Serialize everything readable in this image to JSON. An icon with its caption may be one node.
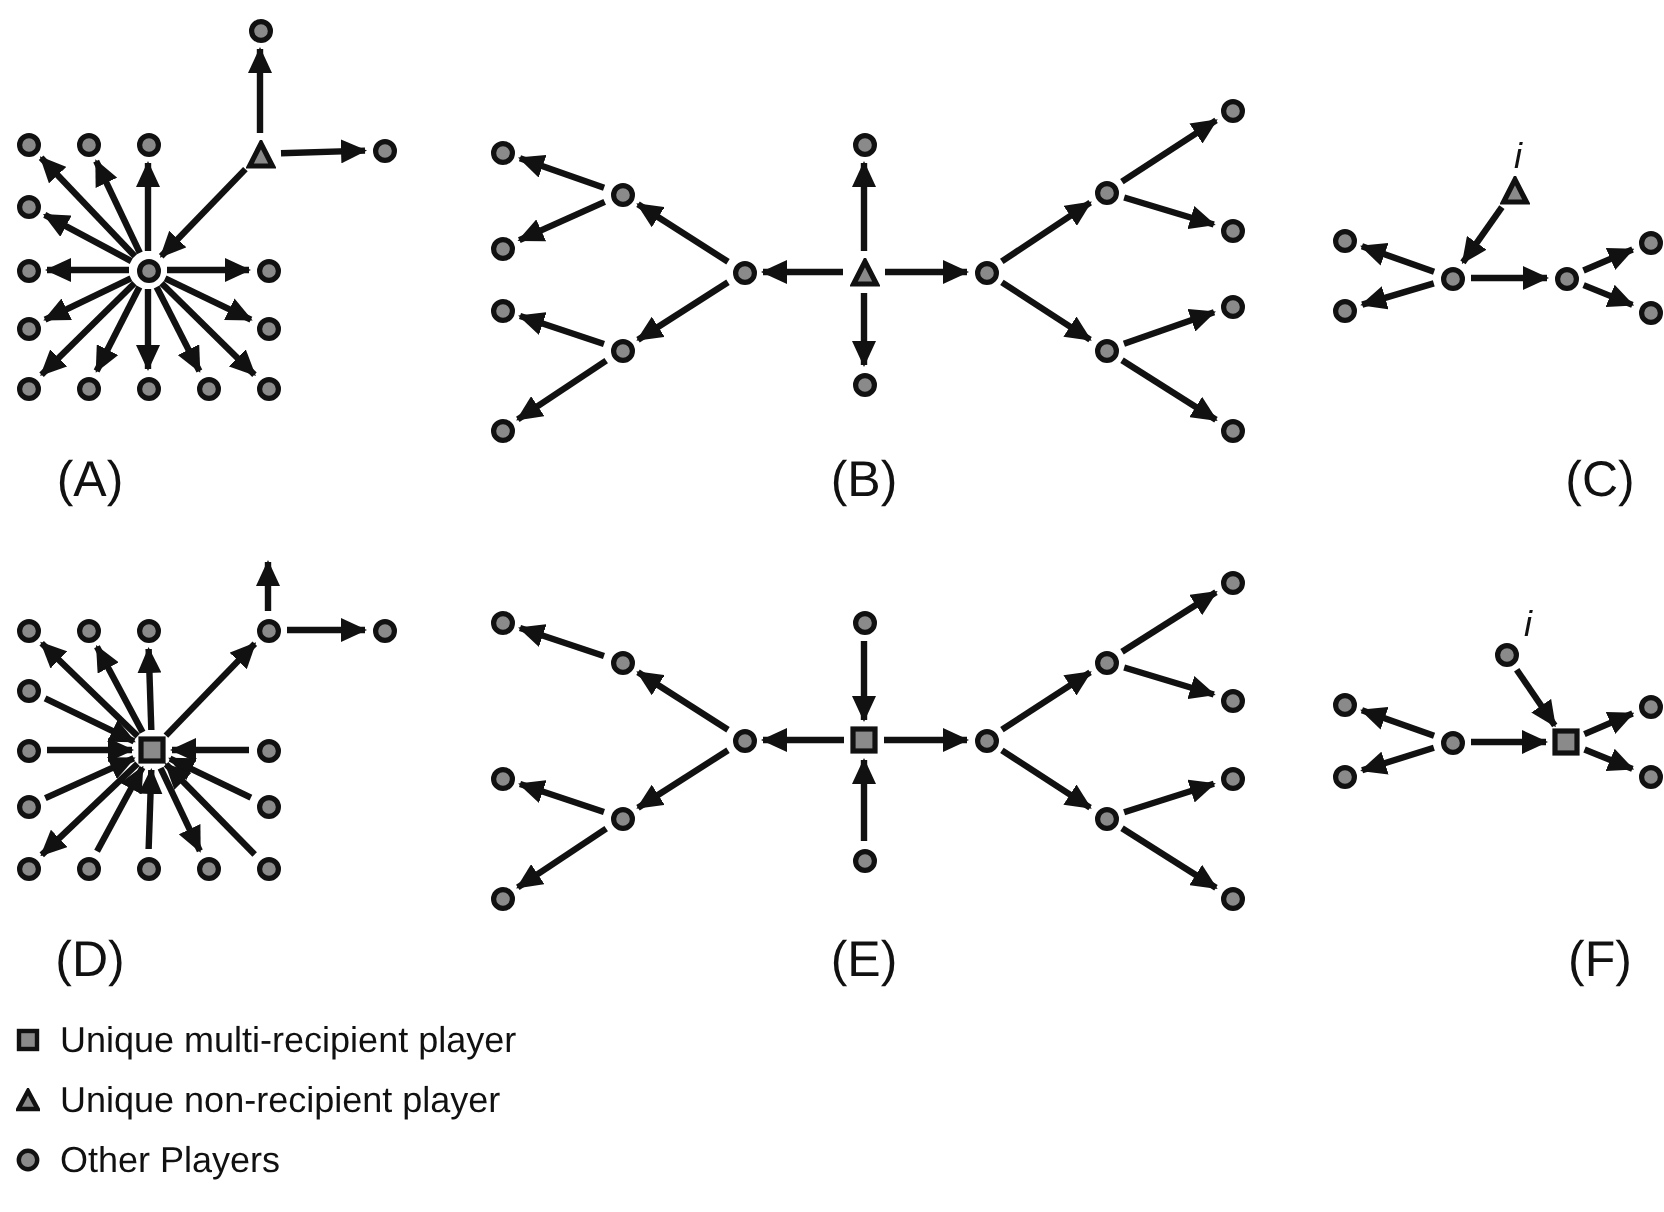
{
  "diagram": {
    "nodes": [
      {
        "text": [],
        "shape": "circle"
      },
      {
        "text": [],
        "shape": "circle"
      },
      {
        "text": [],
        "shape": "circle"
      },
      {
        "text": [],
        "shape": "circle"
      },
      {
        "text": [],
        "shape": "circle"
      },
      {
        "text": [],
        "shape": "circle"
      },
      {
        "text": [],
        "shape": "circle"
      },
      {
        "text": [],
        "shape": "circle"
      },
      {
        "text": [],
        "shape": "circle"
      },
      {
        "text": [],
        "shape": "circle"
      },
      {
        "text": [],
        "shape": "circle"
      },
      {
        "text": [],
        "shape": "circle"
      },
      {
        "text": [],
        "shape": "circle"
      },
      {
        "text": [],
        "shape": "circle"
      },
      {
        "text": [],
        "shape": "triangle"
      },
      {
        "text": [],
        "shape": "circle"
      },
      {
        "text": [],
        "shape": "circle"
      },
      {
        "text": [],
        "shape": "triangle"
      },
      {
        "text": [],
        "shape": "circle"
      },
      {
        "text": [],
        "shape": "circle"
      },
      {
        "text": [],
        "shape": "circle"
      },
      {
        "text": [],
        "shape": "circle"
      },
      {
        "text": [],
        "shape": "circle"
      },
      {
        "text": [],
        "shape": "circle"
      },
      {
        "text": [],
        "shape": "circle"
      },
      {
        "text": [],
        "shape": "circle"
      },
      {
        "text": [],
        "shape": "circle"
      },
      {
        "text": [],
        "shape": "circle"
      },
      {
        "text": [],
        "shape": "circle"
      },
      {
        "text": [],
        "shape": "circle"
      },
      {
        "text": [],
        "shape": "circle"
      },
      {
        "text": [],
        "shape": "circle"
      },
      {
        "text": [],
        "shape": "circle"
      },
      {
        "text": [],
        "shape": "circle"
      },
      {
        "text": [],
        "shape": "triangle",
        "beside": [
          "i"
        ]
      },
      {
        "text": [],
        "shape": "circle"
      },
      {
        "text": [],
        "shape": "circle"
      },
      {
        "text": [],
        "shape": "circle"
      },
      {
        "text": [],
        "shape": "circle"
      },
      {
        "text": [],
        "shape": "circle"
      },
      {
        "text": [],
        "shape": "circle"
      },
      {
        "text": [],
        "shape": "box"
      },
      {
        "text": [],
        "shape": "circle"
      },
      {
        "text": [],
        "shape": "circle"
      },
      {
        "text": [],
        "shape": "circle"
      },
      {
        "text": [],
        "shape": "circle"
      },
      {
        "text": [],
        "shape": "circle"
      },
      {
        "text": [],
        "shape": "circle"
      },
      {
        "text": [],
        "shape": "circle"
      },
      {
        "text": [],
        "shape": "circle"
      },
      {
        "text": [],
        "shape": "circle"
      },
      {
        "text": [],
        "shape": "circle"
      },
      {
        "text": [],
        "shape": "circle"
      },
      {
        "text": [],
        "shape": "circle"
      },
      {
        "text": [],
        "shape": "circle"
      },
      {
        "text": [],
        "shape": "circle"
      },
      {
        "text": [],
        "shape": "circle"
      },
      {
        "text": [],
        "shape": "box"
      },
      {
        "text": [],
        "shape": "circle"
      },
      {
        "text": [],
        "shape": "circle"
      },
      {
        "text": [],
        "shape": "circle"
      },
      {
        "text": [],
        "shape": "circle"
      },
      {
        "text": [],
        "shape": "circle"
      },
      {
        "text": [],
        "shape": "circle"
      },
      {
        "text": [],
        "shape": "circle"
      },
      {
        "text": [],
        "shape": "circle"
      },
      {
        "text": [],
        "shape": "circle"
      },
      {
        "text": [],
        "shape": "circle"
      },
      {
        "text": [],
        "shape": "circle"
      },
      {
        "text": [],
        "shape": "circle"
      },
      {
        "text": [],
        "shape": "circle"
      },
      {
        "text": [],
        "shape": "circle"
      },
      {
        "text": [],
        "shape": "circle"
      },
      {
        "text": [],
        "shape": "circle",
        "beside": [
          "i"
        ]
      },
      {
        "text": [],
        "shape": "circle"
      },
      {
        "text": [],
        "shape": "circle"
      },
      {
        "text": [],
        "shape": "circle"
      },
      {
        "text": [],
        "shape": "box"
      },
      {
        "text": [],
        "shape": "circle"
      },
      {
        "text": [],
        "shape": "circle"
      }
    ],
    "edges": [
      {
        "from": 0,
        "to": 1,
        "arrow": "to"
      },
      {
        "from": 0,
        "to": 2,
        "arrow": "to"
      },
      {
        "from": 0,
        "to": 3,
        "arrow": "to"
      },
      {
        "from": 0,
        "to": 4,
        "arrow": "to"
      },
      {
        "from": 0,
        "to": 5,
        "arrow": "to"
      },
      {
        "from": 0,
        "to": 6,
        "arrow": "to"
      },
      {
        "from": 0,
        "to": 7,
        "arrow": "to"
      },
      {
        "from": 0,
        "to": 8,
        "arrow": "to"
      },
      {
        "from": 0,
        "to": 9,
        "arrow": "to"
      },
      {
        "from": 0,
        "to": 10,
        "arrow": "to"
      },
      {
        "from": 0,
        "to": 11,
        "arrow": "to"
      },
      {
        "from": 0,
        "to": 12,
        "arrow": "to"
      },
      {
        "from": 0,
        "to": 13,
        "arrow": "to"
      },
      {
        "from": 14,
        "to": 0,
        "arrow": "to"
      },
      {
        "from": 14,
        "to": 15,
        "arrow": "to"
      },
      {
        "from": 14,
        "to": 16,
        "arrow": "to"
      },
      {
        "from": 17,
        "to": 18,
        "arrow": "to"
      },
      {
        "from": 17,
        "to": 19,
        "arrow": "to"
      },
      {
        "from": 17,
        "to": 20,
        "arrow": "to"
      },
      {
        "from": 17,
        "to": 27,
        "arrow": "to"
      },
      {
        "from": 20,
        "to": 21,
        "arrow": "to"
      },
      {
        "from": 20,
        "to": 22,
        "arrow": "to"
      },
      {
        "from": 21,
        "to": 23,
        "arrow": "to"
      },
      {
        "from": 21,
        "to": 24,
        "arrow": "to"
      },
      {
        "from": 22,
        "to": 25,
        "arrow": "to"
      },
      {
        "from": 22,
        "to": 26,
        "arrow": "to"
      },
      {
        "from": 27,
        "to": 28,
        "arrow": "to"
      },
      {
        "from": 27,
        "to": 29,
        "arrow": "to"
      },
      {
        "from": 28,
        "to": 30,
        "arrow": "to"
      },
      {
        "from": 28,
        "to": 31,
        "arrow": "to"
      },
      {
        "from": 29,
        "to": 32,
        "arrow": "to"
      },
      {
        "from": 29,
        "to": 33,
        "arrow": "to"
      },
      {
        "from": 34,
        "to": 35,
        "arrow": "to"
      },
      {
        "from": 35,
        "to": 36,
        "arrow": "to"
      },
      {
        "from": 35,
        "to": 37,
        "arrow": "to"
      },
      {
        "from": 35,
        "to": 38,
        "arrow": "to"
      },
      {
        "from": 38,
        "to": 39,
        "arrow": "to"
      },
      {
        "from": 38,
        "to": 40,
        "arrow": "to"
      },
      {
        "from": 41,
        "to": 42,
        "arrow": "to"
      },
      {
        "from": 41,
        "to": 43,
        "arrow": "to"
      },
      {
        "from": 41,
        "to": 44,
        "arrow": "to"
      },
      {
        "from": 45,
        "to": 41,
        "arrow": "to"
      },
      {
        "from": 46,
        "to": 41,
        "arrow": "to"
      },
      {
        "from": 47,
        "to": 41,
        "arrow": "to"
      },
      {
        "from": 48,
        "to": 41,
        "arrow": "to"
      },
      {
        "from": 49,
        "to": 41,
        "arrow": "to"
      },
      {
        "from": 41,
        "to": 50,
        "arrow": "to"
      },
      {
        "from": 51,
        "to": 41,
        "arrow": "to"
      },
      {
        "from": 52,
        "to": 41,
        "arrow": "to"
      },
      {
        "from": 41,
        "to": 53,
        "arrow": "to"
      },
      {
        "from": 54,
        "to": 41,
        "arrow": "to"
      },
      {
        "from": 41,
        "to": 55,
        "arrow": "to"
      },
      {
        "from": 55,
        "to": null,
        "arrow": "to"
      },
      {
        "from": 55,
        "to": 56,
        "arrow": "to"
      },
      {
        "from": 58,
        "to": 57,
        "arrow": "to"
      },
      {
        "from": 59,
        "to": 57,
        "arrow": "to"
      },
      {
        "from": 57,
        "to": 60,
        "arrow": "to"
      },
      {
        "from": 57,
        "to": 66,
        "arrow": "to"
      },
      {
        "from": 60,
        "to": 61,
        "arrow": "to"
      },
      {
        "from": 60,
        "to": 62,
        "arrow": "to"
      },
      {
        "from": 61,
        "to": 63,
        "arrow": "to"
      },
      {
        "from": 62,
        "to": 64,
        "arrow": "to"
      },
      {
        "from": 62,
        "to": 65,
        "arrow": "to"
      },
      {
        "from": 66,
        "to": 67,
        "arrow": "to"
      },
      {
        "from": 66,
        "to": 68,
        "arrow": "to"
      },
      {
        "from": 67,
        "to": 69,
        "arrow": "to"
      },
      {
        "from": 67,
        "to": 70,
        "arrow": "to"
      },
      {
        "from": 68,
        "to": 71,
        "arrow": "to"
      },
      {
        "from": 68,
        "to": 72,
        "arrow": "to"
      },
      {
        "from": 73,
        "to": 77,
        "arrow": "to"
      },
      {
        "from": 74,
        "to": 75,
        "arrow": "to"
      },
      {
        "from": 74,
        "to": 76,
        "arrow": "to"
      },
      {
        "from": 74,
        "to": 77,
        "arrow": "to"
      },
      {
        "from": 77,
        "to": 78,
        "arrow": "to"
      },
      {
        "from": 77,
        "to": 79,
        "arrow": "to"
      }
    ],
    "labels": [
      "(A)",
      "(B)",
      "(C)",
      "(D)",
      "(E)",
      "(F)"
    ],
    "legend": [
      {
        "text": "Unique multi-recipient player"
      },
      {
        "text": "Unique non-recipient player"
      },
      {
        "text": "Other Players"
      }
    ]
  }
}
